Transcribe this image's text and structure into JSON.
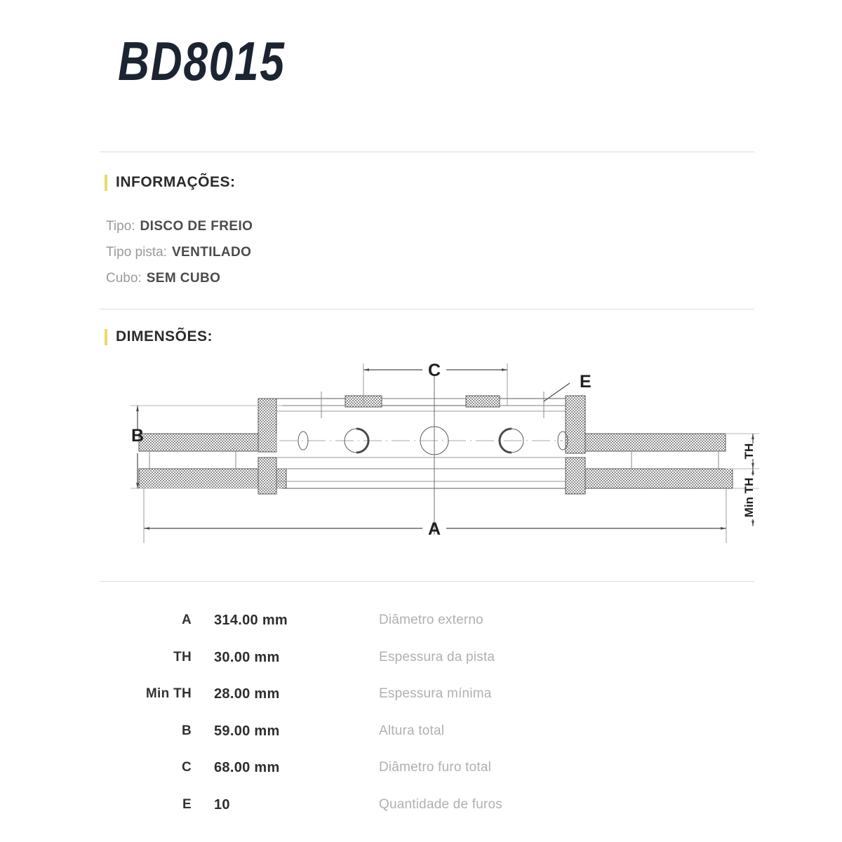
{
  "product": {
    "code": "BD8015"
  },
  "info_section": {
    "heading": "INFORMAÇÕES:",
    "rows": [
      {
        "label": "Tipo:",
        "value": "DISCO DE FREIO"
      },
      {
        "label": "Tipo pista:",
        "value": "VENTILADO"
      },
      {
        "label": "Cubo:",
        "value": "SEM CUBO"
      }
    ]
  },
  "dimensions_section": {
    "heading": "DIMENSÕES:",
    "drawing_labels": {
      "a": "A",
      "b": "B",
      "c": "C",
      "e": "E",
      "th": "TH",
      "min_th": "Min TH"
    },
    "table": [
      {
        "key": "A",
        "value": "314.00 mm",
        "description": "Diâmetro externo"
      },
      {
        "key": "TH",
        "value": "30.00 mm",
        "description": "Espessura da pista"
      },
      {
        "key": "Min TH",
        "value": "28.00 mm",
        "description": "Espessura mínima"
      },
      {
        "key": "B",
        "value": "59.00 mm",
        "description": "Altura total"
      },
      {
        "key": "C",
        "value": "68.00 mm",
        "description": "Diâmetro furo total"
      },
      {
        "key": "E",
        "value": "10",
        "description": "Quantidade de furos"
      }
    ]
  },
  "colors": {
    "accent": "#e9d96b",
    "title": "#1b2430",
    "label_gray": "#9a9a9a",
    "value_gray": "#4b4b4b",
    "description_gray": "#b0b0b0",
    "separator": "#dcdcdc",
    "drawing_line": "#555555",
    "hatch": "#8a8a8a"
  }
}
